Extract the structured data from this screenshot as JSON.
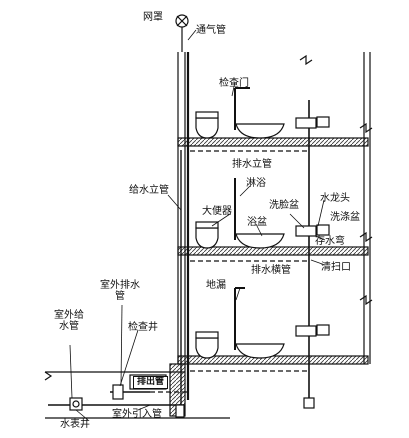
{
  "labels": {
    "vent_cap": "网罩",
    "vent_pipe": "通气管",
    "inspection_door": "检查门",
    "drain_riser": "排水立管",
    "water_supply_riser": "给水立管",
    "shower": "淋浴",
    "toilet": "大便器",
    "bathtub": "浴盆",
    "washbasin": "洗脸盆",
    "faucet": "水龙头",
    "sink": "洗涤盆",
    "trap": "存水弯",
    "floor_drain": "地漏",
    "drain_branch": "排水横管",
    "cleanout": "清扫口",
    "outdoor_drain_pipe": "室外排水管",
    "outdoor_supply_pipe": "室外给水管",
    "inspection_well": "检查井",
    "outfall_pipe": "排出管",
    "meter_well": "水表井",
    "service_pipe": "室外引入管"
  }
}
